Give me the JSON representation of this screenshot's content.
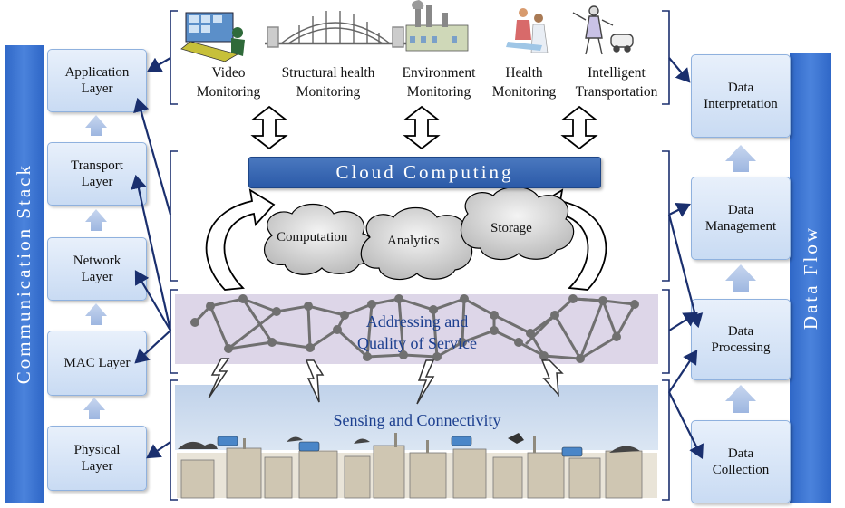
{
  "left_stack": {
    "title": "Communication Stack",
    "layers": [
      "Application\nLayer",
      "Transport\nLayer",
      "Network\nLayer",
      "MAC Layer",
      "Physical\nLayer"
    ]
  },
  "right_stack": {
    "title": "Data Flow",
    "stages": [
      "Data\nInterpretation",
      "Data\nManagement",
      "Data\nProcessing",
      "Data\nCollection"
    ]
  },
  "applications": [
    {
      "label": "Video\nMonitoring",
      "icon": "video-monitoring-icon"
    },
    {
      "label": "Structural health\nMonitoring",
      "icon": "bridge-icon"
    },
    {
      "label": "Environment\nMonitoring",
      "icon": "factory-icon"
    },
    {
      "label": "Health\nMonitoring",
      "icon": "patient-icon"
    },
    {
      "label": "Intelligent\nTransportation",
      "icon": "traffic-officer-icon"
    }
  ],
  "cloud": {
    "title": "Cloud Computing",
    "clouds": [
      "Computation",
      "Analytics",
      "Storage"
    ]
  },
  "network_band": {
    "text": "Addressing and\nQuality of Service"
  },
  "sensing_band": {
    "text": "Sensing and Connectivity"
  },
  "colors": {
    "band_blue": "#3a72d0",
    "layer_fill": "#d6e4f7",
    "cloud_bar": "#3565b3",
    "network_band": "#ddd6e8",
    "sensing_band": "#c9d8ea",
    "arrow_navy": "#1a2f6e"
  }
}
